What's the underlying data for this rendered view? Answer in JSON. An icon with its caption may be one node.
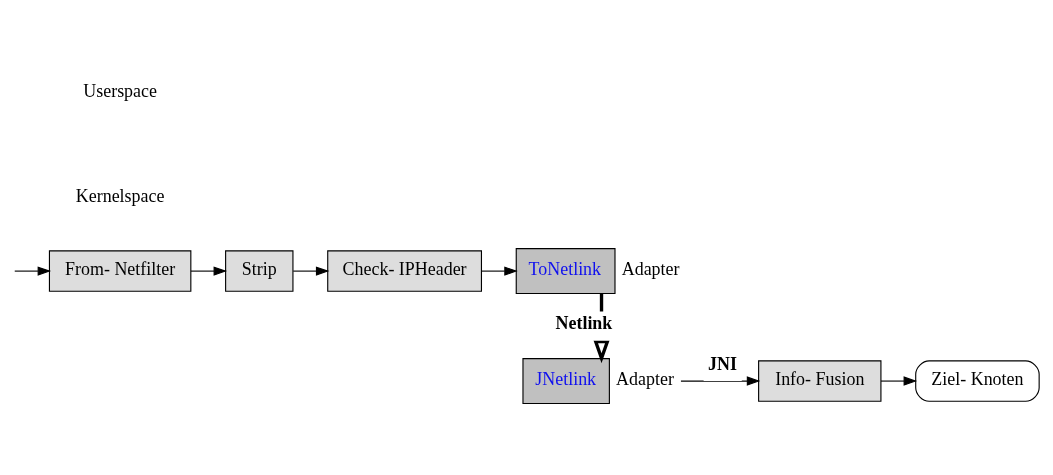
{
  "diagram": {
    "nodes": [
      {
        "text": [
          "From- Netfilter"
        ]
      },
      {
        "text": [
          "Strip"
        ]
      },
      {
        "text": [
          "Check- IPHeader"
        ]
      },
      {
        "text": [
          "ToNetlink"
        ],
        "beside": [
          "Adapter"
        ]
      },
      {
        "text": [
          "JNetlink"
        ],
        "beside": [
          "Adapter"
        ]
      },
      {
        "text": [
          "Info- Fusion"
        ]
      },
      {
        "text": [
          "Ziel- Knoten"
        ]
      }
    ],
    "edges": [
      {
        "from": null,
        "to": 0,
        "arrow": "to"
      },
      {
        "from": 0,
        "to": 1,
        "arrow": "to"
      },
      {
        "from": 1,
        "to": 2,
        "arrow": "to"
      },
      {
        "from": 2,
        "to": 3,
        "arrow": "to"
      },
      {
        "from": 3,
        "to": 4,
        "arrow": "to",
        "label": "Netlink",
        "style": "thick"
      },
      {
        "from": 4,
        "to": 5,
        "arrow": "to",
        "label": "JNI"
      },
      {
        "from": 5,
        "to": 6,
        "arrow": "to"
      }
    ],
    "labels": [
      "Userspace",
      "Kernelspace"
    ]
  }
}
